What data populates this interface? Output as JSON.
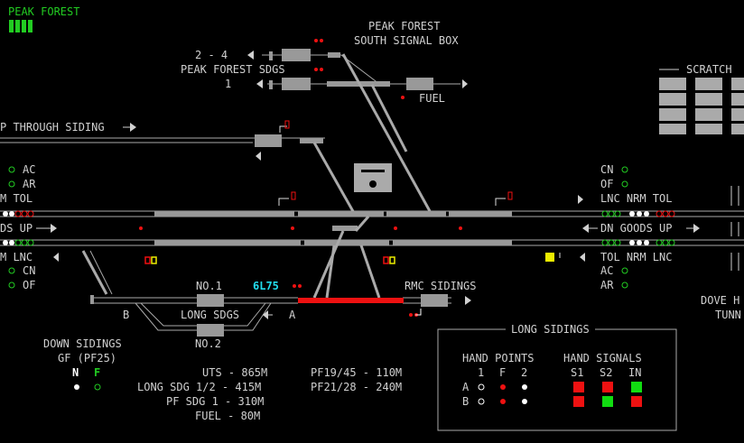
{
  "panel": {
    "title": "PEAK FOREST",
    "status_color": "#22cc22"
  },
  "box": {
    "line1": "PEAK FOREST",
    "line2": "SOUTH SIGNAL BOX"
  },
  "upper": {
    "route_2_4": "2 - 4",
    "sdgs": "PEAK FOREST SDGS",
    "route_1": "1",
    "fuel": "FUEL",
    "through_siding": "P THROUGH SIDING"
  },
  "scratch": "SCRATCH",
  "left_ind": {
    "ac": "AC",
    "ar": "AR",
    "m_tol": "M TOL",
    "ds_up": "DS UP",
    "m_lnc": "M LNC",
    "cn": "CN",
    "of": "OF"
  },
  "right_ind": {
    "cn": "CN",
    "of": "OF",
    "lnc_nrm_tol_top": "LNC NRM TOL",
    "dn_goods_up": "DN GOODS UP",
    "tol_nrm_lnc": "TOL NRM LNC",
    "ac": "AC",
    "ar": "AR",
    "dove": "DOVE H",
    "tunn": "TUNN"
  },
  "lower": {
    "no1": "NO.1",
    "long_sdgs": "LONG SDGS",
    "no2": "NO.2",
    "b": "B",
    "a": "A",
    "train": "6L75",
    "rmc": "RMC SIDINGS"
  },
  "down_sidings": {
    "title": "DOWN SIDINGS",
    "sub": "GF (PF25)",
    "n": "N",
    "f": "F"
  },
  "lengths": {
    "uts": "UTS - 865M",
    "long": "LONG SDG 1/2 - 415M",
    "pf": "PF SDG 1 - 310M",
    "fuel": "FUEL - 80M",
    "pf1945": "PF19/45 - 110M",
    "pf2128": "PF21/28 - 240M"
  },
  "long_sidings": {
    "title": "LONG SIDINGS",
    "hand_points": "HAND POINTS",
    "hand_signals": "HAND SIGNALS",
    "hp_cols": [
      "1",
      "F",
      "2"
    ],
    "hs_cols": [
      "S1",
      "S2",
      "IN"
    ],
    "row_a": "A",
    "row_b": "B",
    "signal_colors": {
      "red": "#ee1111",
      "green": "#11dd11"
    }
  }
}
